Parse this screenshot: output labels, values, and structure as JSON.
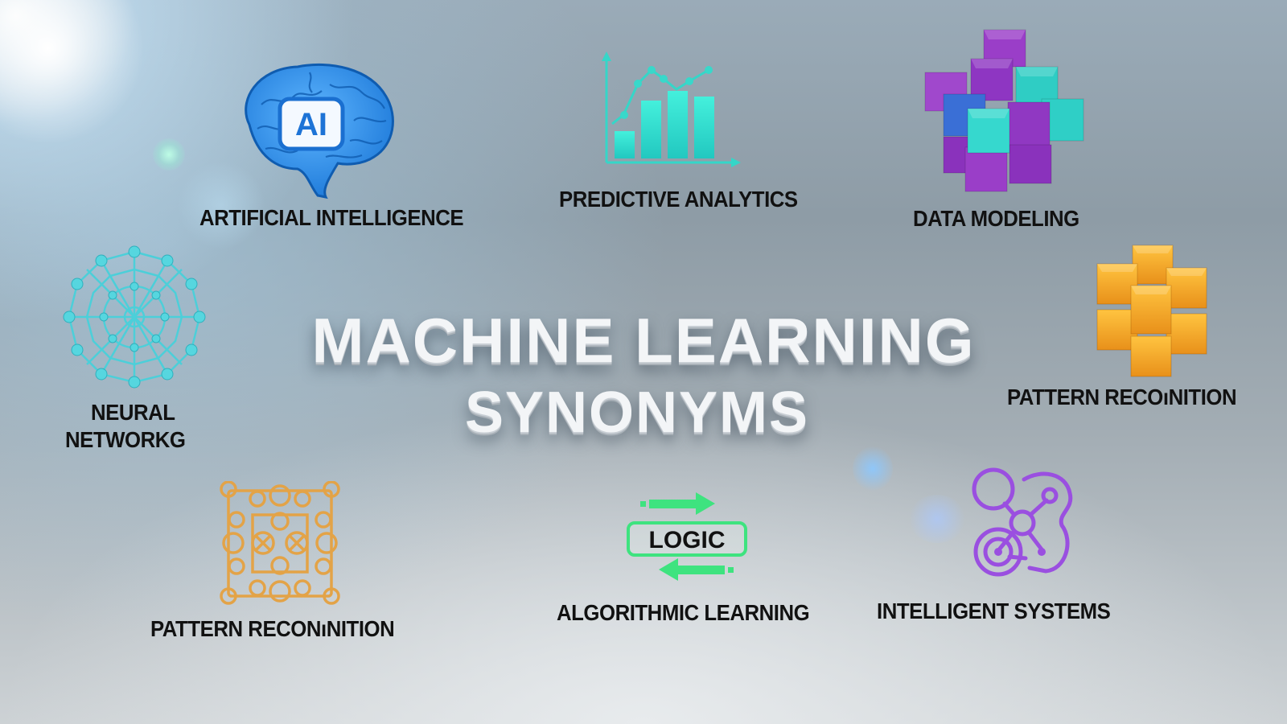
{
  "title": {
    "line1": "MACHINE LEARNING",
    "line2": "SYNONYMS",
    "color": "#f3f5f7"
  },
  "items": [
    {
      "label": "ARTIFICIAL INTELLIGENCE",
      "icon": "brain-ai-icon",
      "icon_text": "AI",
      "color": "#2f8fe6"
    },
    {
      "label": "PREDICTIVE ANALYTICS",
      "icon": "bar-line-chart-icon",
      "color": "#2fd6c6"
    },
    {
      "label": "DATA MODELING",
      "icon": "cube-cluster-icon",
      "colors": [
        "#9b3fc9",
        "#2fd0c8",
        "#3c6fd8"
      ]
    },
    {
      "label_line1": "NEURAL",
      "label_line2": "NETWORKG",
      "icon": "neural-web-icon",
      "color": "#4fd0dc"
    },
    {
      "label": "PATTERN RECOıNITION",
      "icon": "orange-cubes-icon",
      "color": "#f2a51e"
    },
    {
      "label": "PATTERN RECONıNITION",
      "icon": "circuit-grid-icon",
      "color": "#e4a040"
    },
    {
      "label": "ALGORITHMIC LEARNING",
      "icon": "logic-arrows-icon",
      "icon_text": "LOGIC",
      "color": "#39e07a"
    },
    {
      "label": "INTELLIGENT SYSTEMS",
      "icon": "purple-network-icon",
      "color": "#9a4fe0"
    }
  ]
}
